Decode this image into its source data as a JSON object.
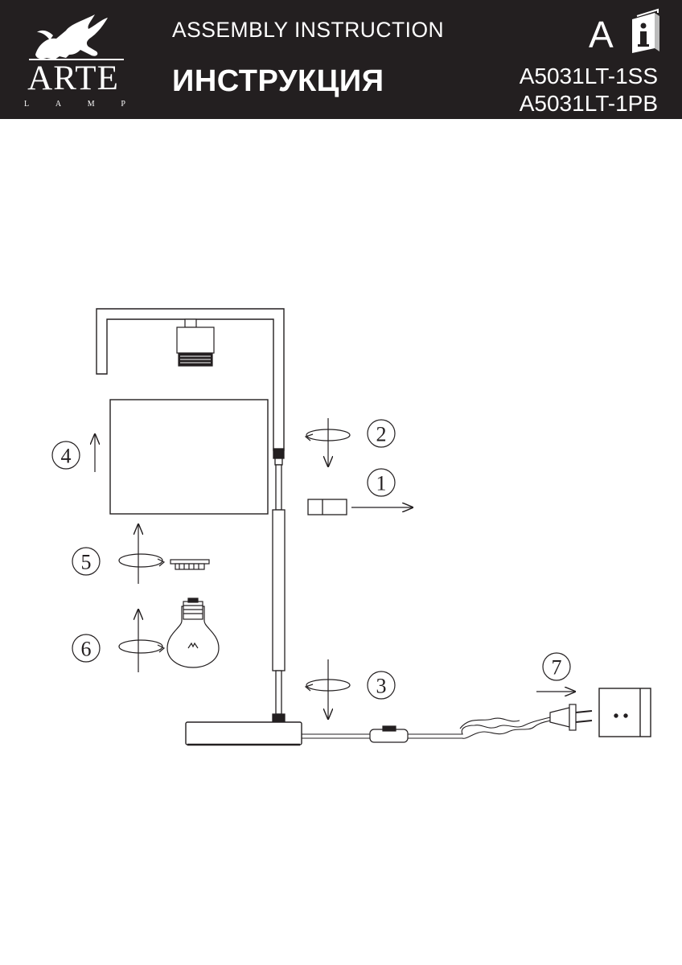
{
  "header": {
    "brand": "ARTE",
    "brand_sub": [
      "L",
      "A",
      "M",
      "P"
    ],
    "title_en": "ASSEMBLY INSTRUCTION",
    "title_ru": "ИНСТРУКЦИЯ",
    "corner_letter": "A",
    "models": [
      "A5031LT-1SS",
      "A5031LT-1PB"
    ]
  },
  "steps": [
    "1",
    "2",
    "3",
    "4",
    "5",
    "6",
    "7"
  ],
  "icons": {
    "logo": "griffin-logo-icon",
    "manual": "manual-info-icon"
  },
  "colors": {
    "header_bg": "#231f20",
    "line": "#231f20",
    "paper": "#ffffff"
  }
}
